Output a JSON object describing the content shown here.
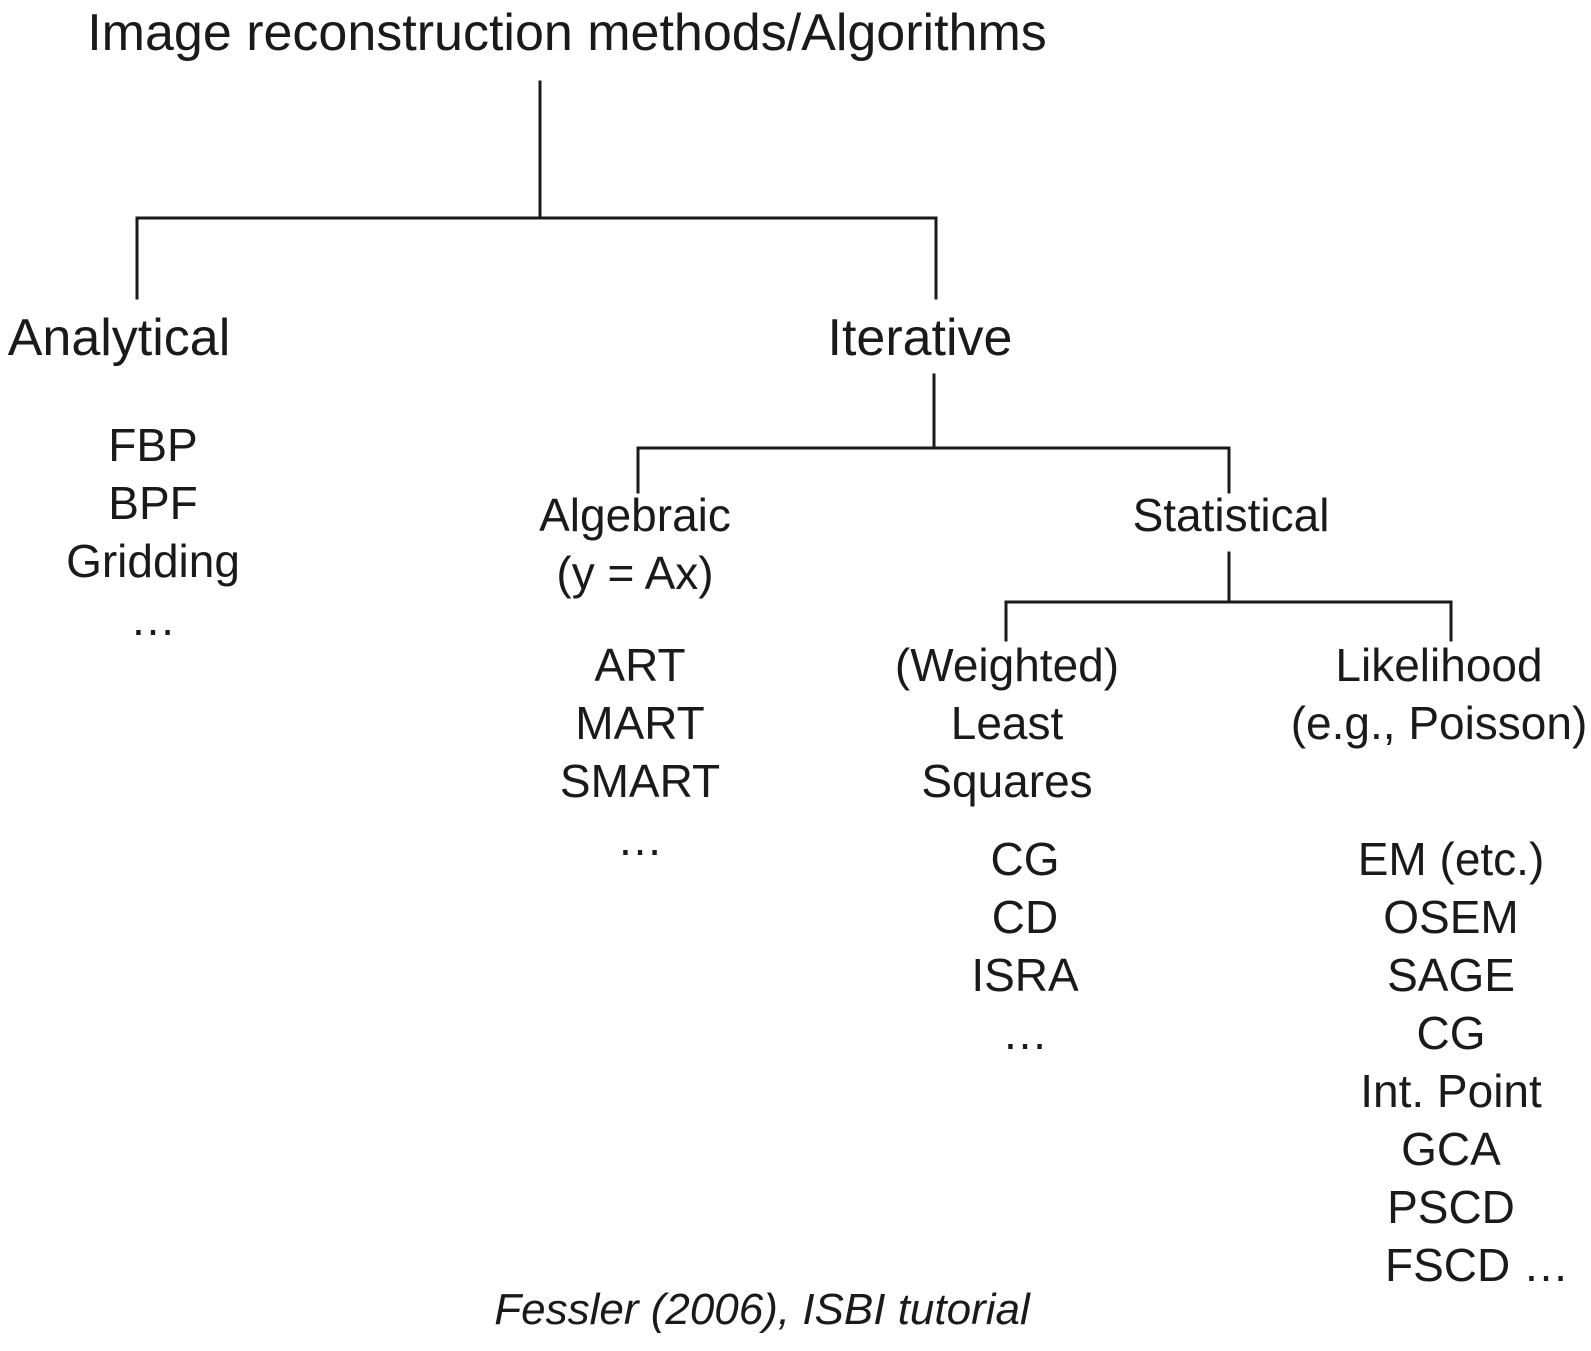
{
  "title": "Image reconstruction methods/Algorithms",
  "analytical": {
    "label": "Analytical",
    "methods": [
      "FBP",
      "BPF",
      "Gridding",
      "…"
    ]
  },
  "iterative": {
    "label": "Iterative",
    "algebraic": {
      "label_line1": "Algebraic",
      "label_line2": "(y = Ax)",
      "methods": [
        "ART",
        "MART",
        "SMART",
        "…"
      ]
    },
    "statistical": {
      "label": "Statistical",
      "least_squares": {
        "label_line1": "(Weighted)",
        "label_line2": "Least",
        "label_line3": "Squares",
        "methods": [
          "CG",
          "CD",
          "ISRA",
          "…"
        ]
      },
      "likelihood": {
        "label_line1": "Likelihood",
        "label_line2": "(e.g., Poisson)",
        "methods": [
          "EM (etc.)",
          "OSEM",
          "SAGE",
          "CG",
          "Int. Point",
          "GCA",
          "PSCD",
          "FSCD …"
        ]
      }
    }
  },
  "caption": "Fessler (2006), ISBI tutorial"
}
